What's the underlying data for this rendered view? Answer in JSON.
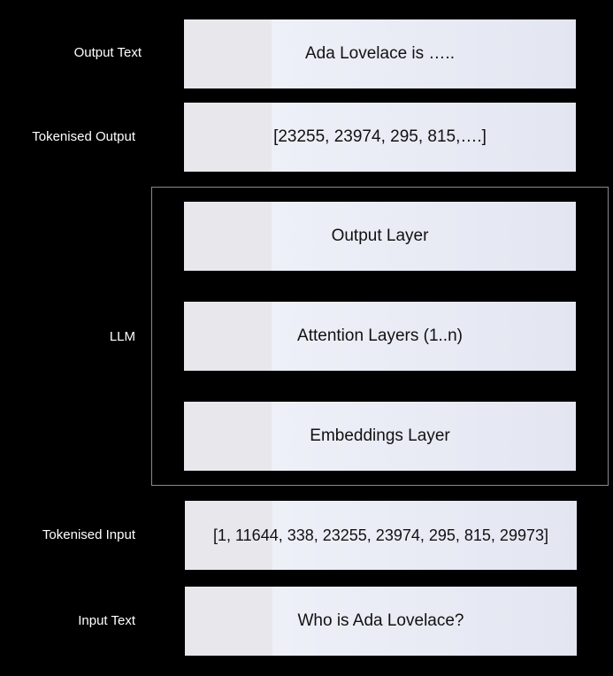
{
  "rows": {
    "output_text": {
      "label": "Output Text",
      "value": "Ada Lovelace is ….."
    },
    "tokenised_output": {
      "label": "Tokenised Output",
      "value": "[23255, 23974, 295, 815,….]"
    },
    "llm": {
      "label": "LLM",
      "layers": {
        "output_layer": "Output Layer",
        "attention_layers": "Attention Layers (1..n)",
        "embeddings_layer": "Embeddings Layer"
      }
    },
    "tokenised_input": {
      "label": "Tokenised Input",
      "value": "[1, 11644, 338, 23255, 23974, 295, 815, 29973]"
    },
    "input_text": {
      "label": "Input Text",
      "value": "Who is Ada Lovelace?"
    }
  },
  "colors": {
    "background": "#000000",
    "label_text": "#ffffff",
    "block_left": "#e8e8ec",
    "block_right": "#e3e6f1",
    "frame_border": "#8a8a8a"
  }
}
